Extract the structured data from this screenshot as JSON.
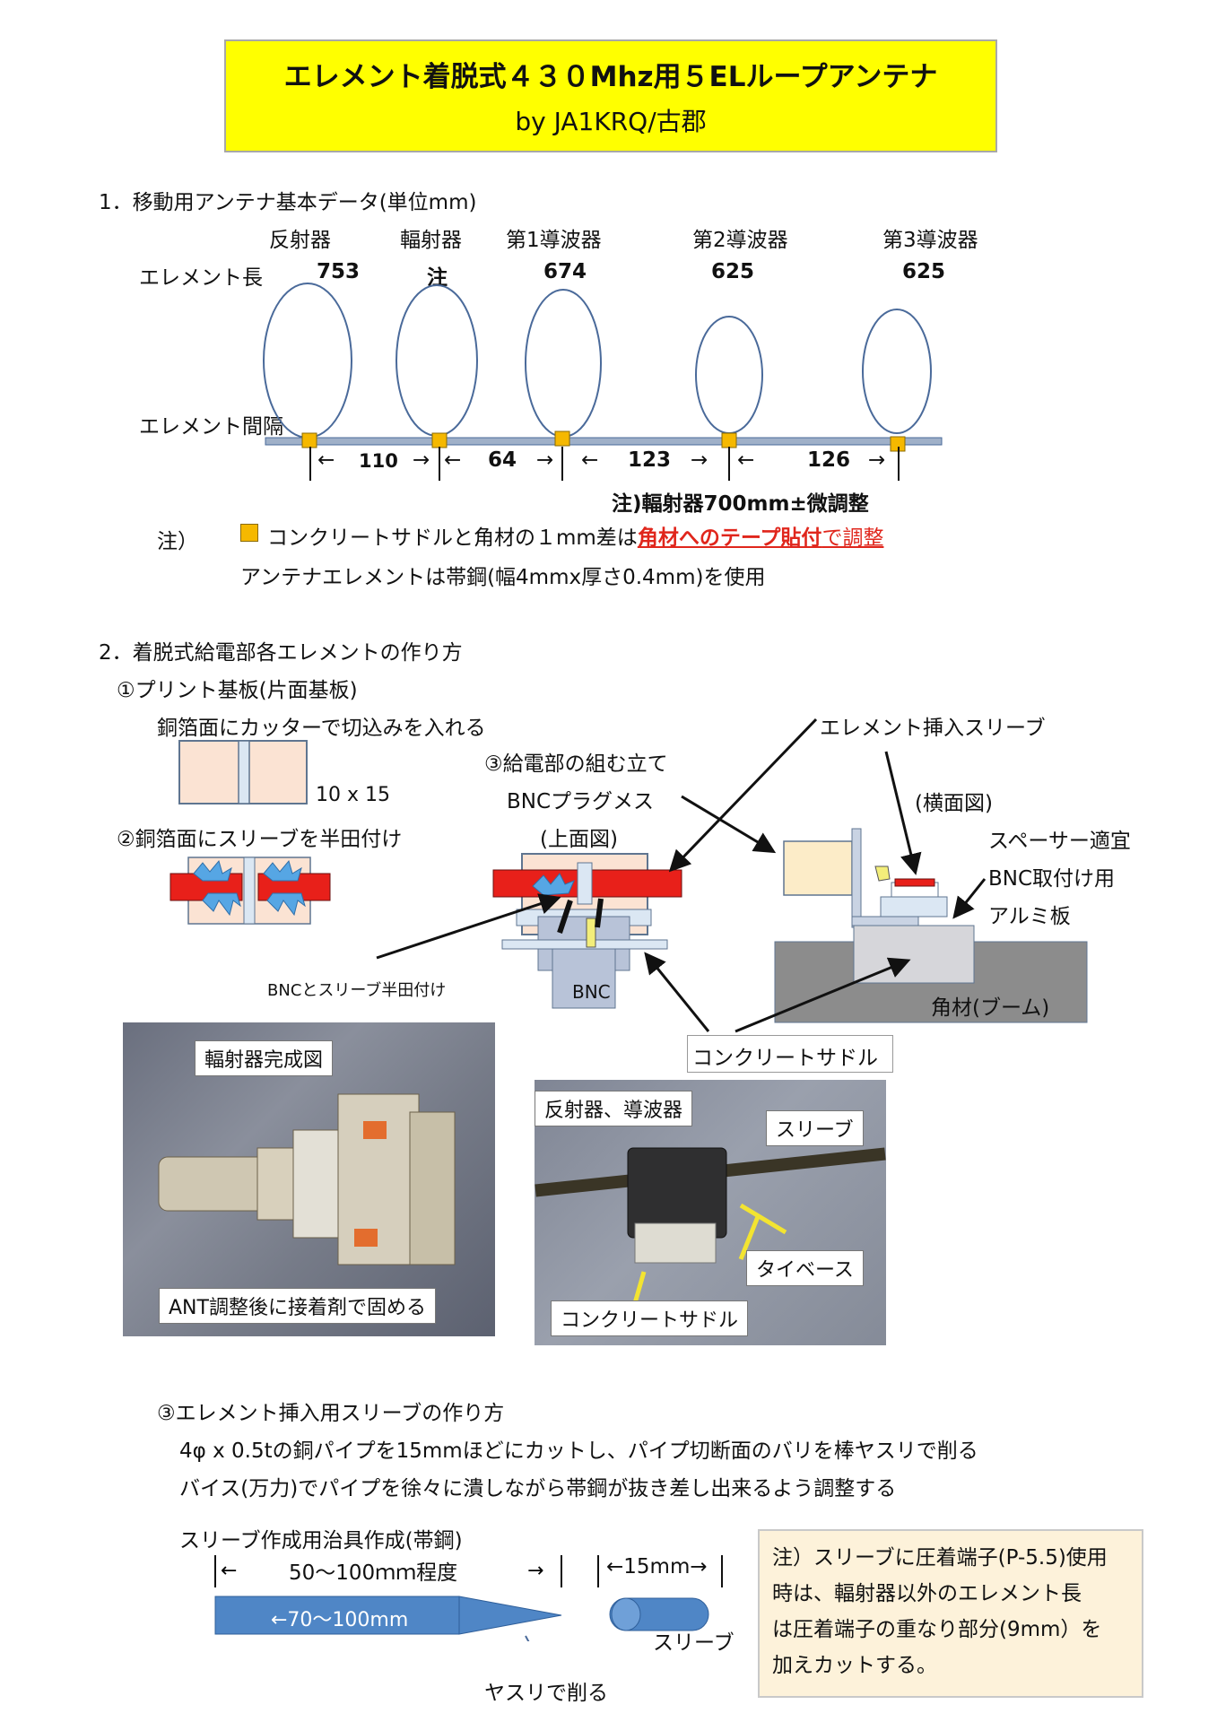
{
  "header": {
    "title": "エレメント着脱式４３０Mhz用５ELループアンテナ",
    "author": "by JA1KRQ/古郡"
  },
  "section1": {
    "heading": "1．移動用アンテナ基本データ(単位mm)",
    "element_names": [
      "反射器",
      "輻射器",
      "第1導波器",
      "第2導波器",
      "第3導波器"
    ],
    "element_length_label": "エレメント長",
    "element_lengths": [
      "753",
      "注",
      "674",
      "625",
      "625"
    ],
    "spacing_label": "エレメント間隔",
    "spacings": [
      "110",
      "64",
      "123",
      "126"
    ],
    "radiator_note": "注)輻射器700mm±微調整",
    "note_prefix": "注）",
    "note_line1_a": "コンクリートサドルと角材の１mm差は",
    "note_line1_b": "角材へのテープ貼付",
    "note_line1_c": "で調整",
    "note_line2": "アンテナエレメントは帯鋼(幅4mmx厚さ0.4mm)を使用"
  },
  "section2": {
    "heading": "2．着脱式給電部各エレメントの作り方",
    "step1": "①プリント基板(片面基板)",
    "step1_desc": "銅箔面にカッターで切込みを入れる",
    "board_size": "10 x 15",
    "step2": "②銅箔面にスリーブを半田付け",
    "step3_title": "③給電部の組む立て",
    "bnc_plug": "BNCプラグメス",
    "top_view": "(上面図)",
    "bnc_label": "BNC",
    "bnc_solder": "BNCとスリーブ半田付け",
    "sleeve_insert": "エレメント挿入スリーブ",
    "side_view": "(横面図)",
    "spacer": "スペーサー適宜",
    "bnc_mount": "BNC取付け用",
    "alu_plate": "アルミ板",
    "boom": "角材(ブーム)",
    "saddle": "コンクリートサドル",
    "photo1": {
      "caption_top": "輻射器完成図",
      "caption_bottom": "ANT調整後に接着剤で固める"
    },
    "photo2": {
      "caption_top": "反射器、導波器",
      "sleeve": "スリーブ",
      "tie_base": "タイベース",
      "saddle": "コンクリートサドル"
    }
  },
  "section3": {
    "heading": "③エレメント挿入用スリーブの作り方",
    "line1": "4φ x 0.5tの銅パイプを15mmほどにカットし、パイプ切断面のバリを棒ヤスリで削る",
    "line2": "バイス(万力)でパイプを徐々に潰しながら帯鋼が抜き差し出来るよう調整する",
    "jig_title": "スリーブ作成用治具作成(帯鋼)",
    "jig_length": "50～100ｍｍ程度",
    "jig_inner": "←70～100mm",
    "sleeve_len": "←15mm→",
    "sleeve_label": "スリーブ",
    "file_note": "ヤスリで削る",
    "note_box": [
      "注）スリーブに圧着端子(P-5.5)使用",
      "時は、輻射器以外のエレメント長",
      "は圧着端子の重なり部分(9mm）を",
      "加えカットする。"
    ]
  },
  "colors": {
    "title_bg": "#ffff00",
    "accent_red": "#e0261c",
    "loop_stroke": "#4a6a9a",
    "boom": "#9fb0c8",
    "saddle": "#f5b800",
    "jig_blue": "#4f86c6",
    "note_bg": "#fdf2da"
  }
}
